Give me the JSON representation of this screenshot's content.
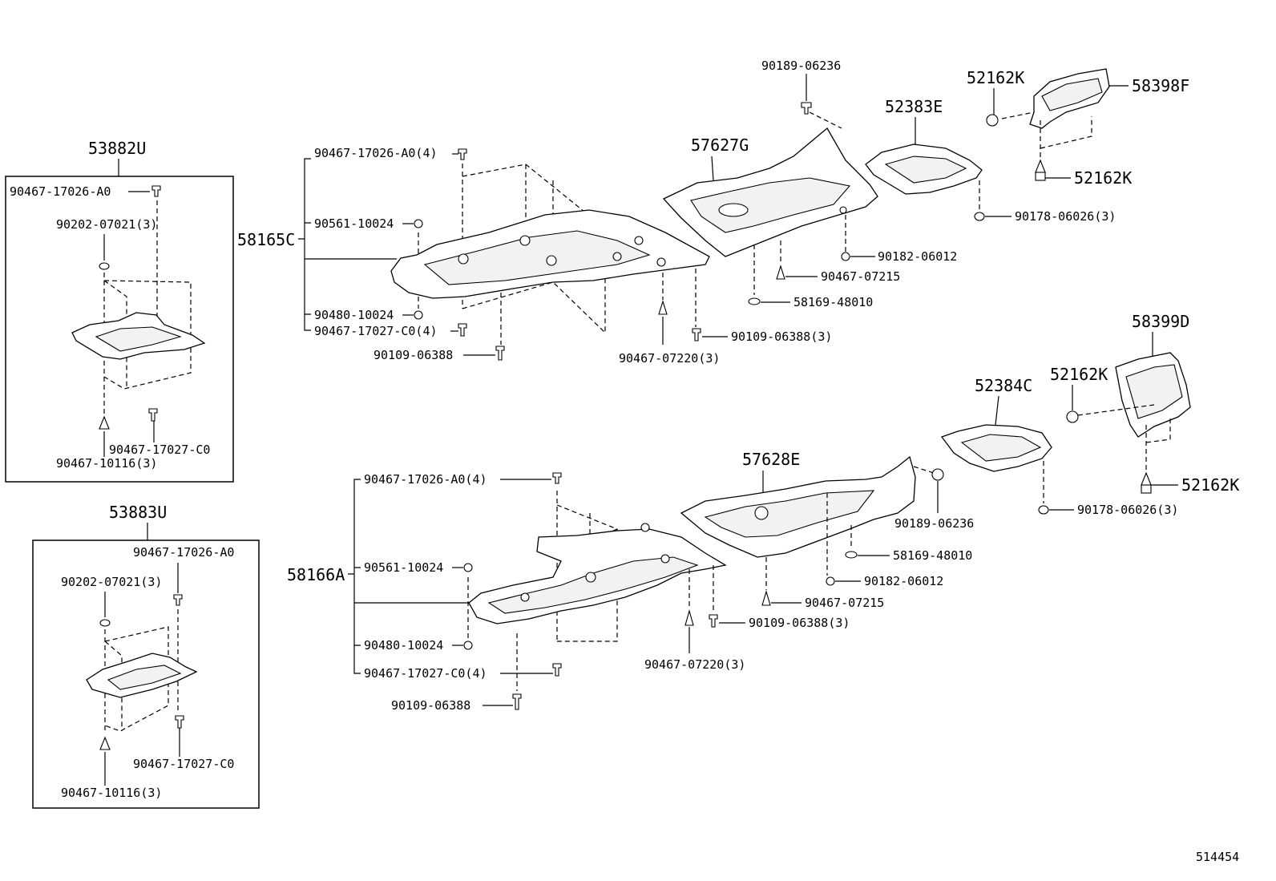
{
  "diagram_id": "514454",
  "callouts": {
    "c53882U": "53882U",
    "c53883U": "53883U",
    "c58165C": "58165C",
    "c58166A": "58166A",
    "c57627G": "57627G",
    "c57628E": "57628E",
    "c52383E": "52383E",
    "c52384C": "52384C",
    "c58398F": "58398F",
    "c58399D": "58399D",
    "c52162K_a": "52162K",
    "c52162K_b": "52162K",
    "c52162K_c": "52162K",
    "c52162K_d": "52162K"
  },
  "labels": {
    "box1_a": "90467-17026-A0",
    "box1_b": "90202-07021(3)",
    "box1_c": "90467-17027-C0",
    "box1_d": "90467-10116(3)",
    "box2_a": "90467-17026-A0",
    "box2_b": "90202-07021(3)",
    "box2_c": "90467-17027-C0",
    "box2_d": "90467-10116(3)",
    "t1": "90467-17026-A0(4)",
    "t2": "90561-10024",
    "t3": "90480-10024",
    "t4": "90467-17027-C0(4)",
    "t5": "90109-06388",
    "t6": "90467-07220(3)",
    "t7": "90109-06388(3)",
    "t8": "58169-48010",
    "t9": "90467-07215",
    "t10": "90182-06012",
    "t11": "90189-06236",
    "t12": "90178-06026(3)",
    "b1": "90467-17026-A0(4)",
    "b2": "90561-10024",
    "b3": "90480-10024",
    "b4": "90467-17027-C0(4)",
    "b5": "90109-06388",
    "b6": "90467-07220(3)",
    "b7": "90109-06388(3)",
    "b8": "90467-07215",
    "b9": "90182-06012",
    "b10": "58169-48010",
    "b11": "90189-06236",
    "b12": "90178-06026(3)"
  }
}
